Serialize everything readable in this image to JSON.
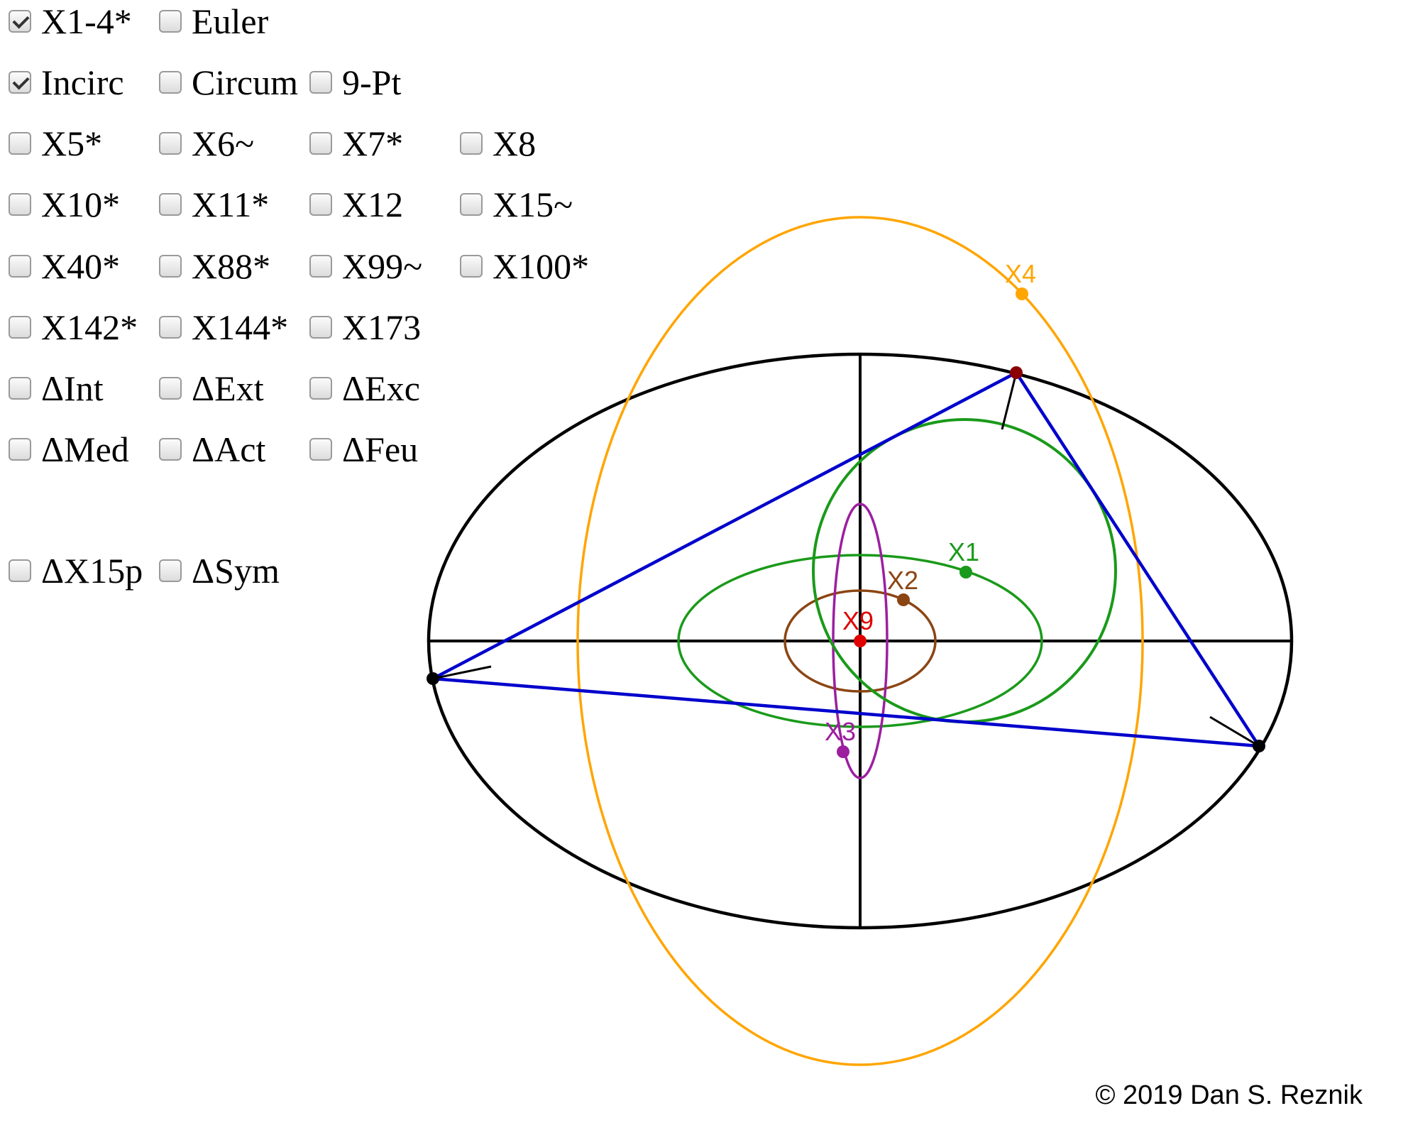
{
  "controls": {
    "rows": [
      [
        {
          "label": "X1-4*",
          "checked": true
        },
        {
          "label": "Euler",
          "checked": false
        }
      ],
      [
        {
          "label": "Incirc",
          "checked": true
        },
        {
          "label": "Circum",
          "checked": false
        },
        {
          "label": "9-Pt",
          "checked": false
        }
      ],
      [
        {
          "label": "X5*",
          "checked": false
        },
        {
          "label": "X6~",
          "checked": false
        },
        {
          "label": "X7*",
          "checked": false
        },
        {
          "label": "X8",
          "checked": false
        }
      ],
      [
        {
          "label": "X10*",
          "checked": false
        },
        {
          "label": "X11*",
          "checked": false
        },
        {
          "label": "X12",
          "checked": false
        },
        {
          "label": "X15~",
          "checked": false
        }
      ],
      [
        {
          "label": "X40*",
          "checked": false
        },
        {
          "label": "X88*",
          "checked": false
        },
        {
          "label": "X99~",
          "checked": false
        },
        {
          "label": "X100*",
          "checked": false
        }
      ],
      [
        {
          "label": "X142*",
          "checked": false
        },
        {
          "label": "X144*",
          "checked": false
        },
        {
          "label": "X173",
          "checked": false
        }
      ],
      [
        {
          "label": "ΔInt",
          "checked": false
        },
        {
          "label": "ΔExt",
          "checked": false
        },
        {
          "label": "ΔExc",
          "checked": false
        }
      ],
      [
        {
          "label": "ΔMed",
          "checked": false
        },
        {
          "label": "ΔAct",
          "checked": false
        },
        {
          "label": "ΔFeu",
          "checked": false
        }
      ],
      [
        {
          "label": "ΔX15p",
          "checked": false
        },
        {
          "label": "ΔSym",
          "checked": false
        }
      ]
    ]
  },
  "diagram": {
    "points": [
      {
        "label": "X1",
        "color": "#1a9a1a"
      },
      {
        "label": "X2",
        "color": "#8b4513"
      },
      {
        "label": "X9",
        "color": "#e00000"
      },
      {
        "label": "X3",
        "color": "#9c1fa0"
      },
      {
        "label": "X4",
        "color": "#ffa500"
      }
    ],
    "colors": {
      "billiard": "#000000",
      "triangle": "#0000cc",
      "incircle": "#1a9a1a",
      "x1_locus": "#1a9a1a",
      "x2_locus": "#8b4513",
      "x3_locus": "#9c1fa0",
      "x4_locus": "#ffa500",
      "vertex_top": "#8b0000",
      "vertex": "#000000"
    }
  },
  "copyright": "© 2019 Dan S. Reznik"
}
